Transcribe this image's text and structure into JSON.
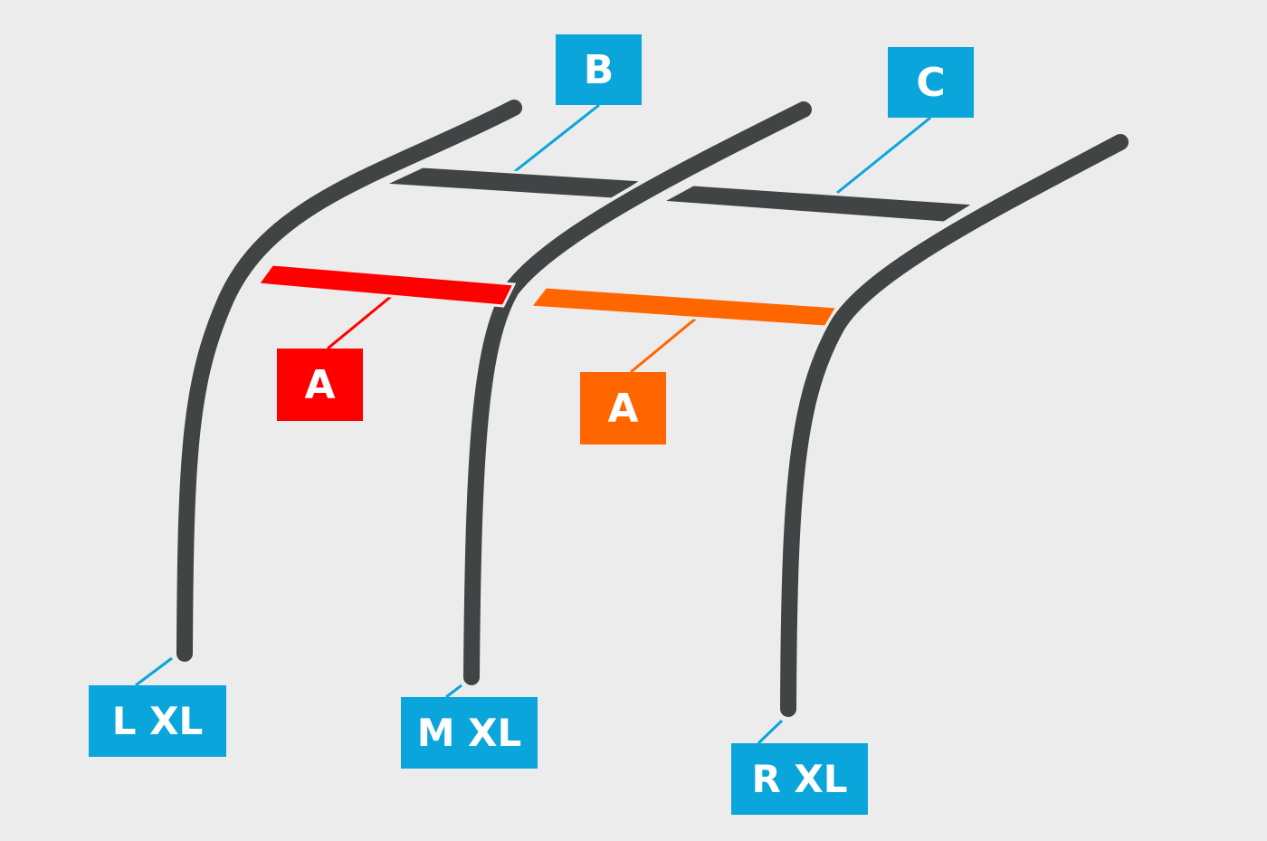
{
  "colors": {
    "background": "#ececec",
    "pole": "#404444",
    "cyan": "#0aa5db",
    "red": "#ff0000",
    "orange": "#ff6600",
    "label_text": "#ffffff"
  },
  "labels": {
    "b": "B",
    "c": "C",
    "a_red": "A",
    "a_orange": "A",
    "left_pole": "L XL",
    "middle_pole": "M XL",
    "right_pole": "R XL"
  }
}
